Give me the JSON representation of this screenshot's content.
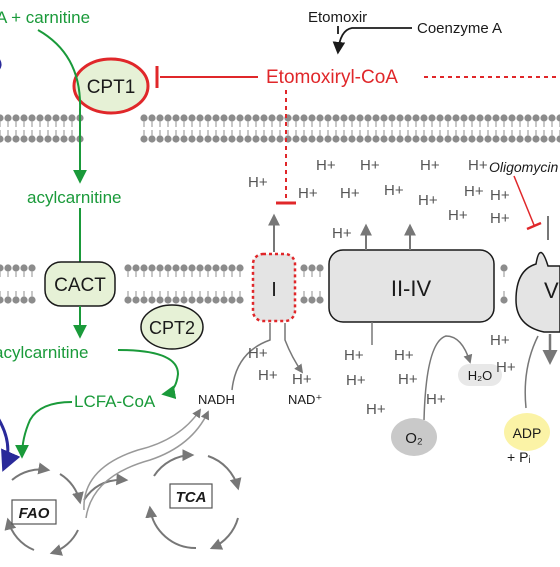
{
  "labels": {
    "lcfa_carnitine": "A + carnitine",
    "cpt1": "CPT1",
    "etomoxiryl_coa": "Etomoxiryl-CoA",
    "etomoxir": "Etomoxir",
    "coenzyme_a": "Coenzyme A",
    "acylcarnitine_top": "acylcarnitine",
    "cact": "CACT",
    "acylcarnitine_bottom": "acylcarnitine",
    "cpt2": "CPT2",
    "lcfa_coa": "LCFA-CoA",
    "nadh": "NADH",
    "nad_plus": "NAD⁺",
    "complex_i": "I",
    "complex_ii_iv": "II-IV",
    "complex_v": "V",
    "oligomycin": "Oligomycin",
    "o2": "O₂",
    "h2o": "H₂O",
    "adp": "ADP",
    "pi": "+ Pᵢ",
    "fao": "FAO",
    "tca": "TCA",
    "h_plus": "H+"
  },
  "colors": {
    "green": "#1a9a3a",
    "red": "#e0272a",
    "navy": "#2a2a9a",
    "complex_fill": "#e4e4e4",
    "enzyme_fill": "#e6f1d6",
    "membrane": "#8c8c8c",
    "adp_fill": "#fbf3a6",
    "o2_fill": "#c9c9c9"
  }
}
